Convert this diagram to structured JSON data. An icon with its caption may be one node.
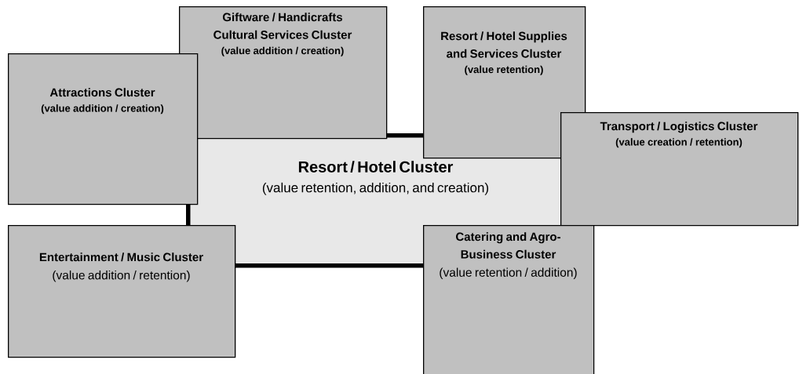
{
  "diagram": {
    "nodes": [
      {
        "text": [
          "Giftware / Handicrafts Cultural Services Cluster",
          "(value addition / creation)"
        ]
      },
      {
        "text": [
          "Resort / Hotel Supplies and Services Cluster",
          "(value retention)"
        ]
      },
      {
        "text": [
          "Attractions Cluster",
          "(value addition / creation)"
        ]
      },
      {
        "text": [
          "Transport / Logistics Cluster",
          "(value creation / retention)"
        ]
      },
      {
        "text": [
          "Resort / Hotel Cluster",
          "(value retention, addition, and creation)"
        ]
      },
      {
        "text": [
          "Entertainment / Music Cluster",
          "(value addition / retention)"
        ]
      },
      {
        "text": [
          "Catering and Agro-Business Cluster",
          "(value retention / addition)"
        ]
      }
    ]
  }
}
